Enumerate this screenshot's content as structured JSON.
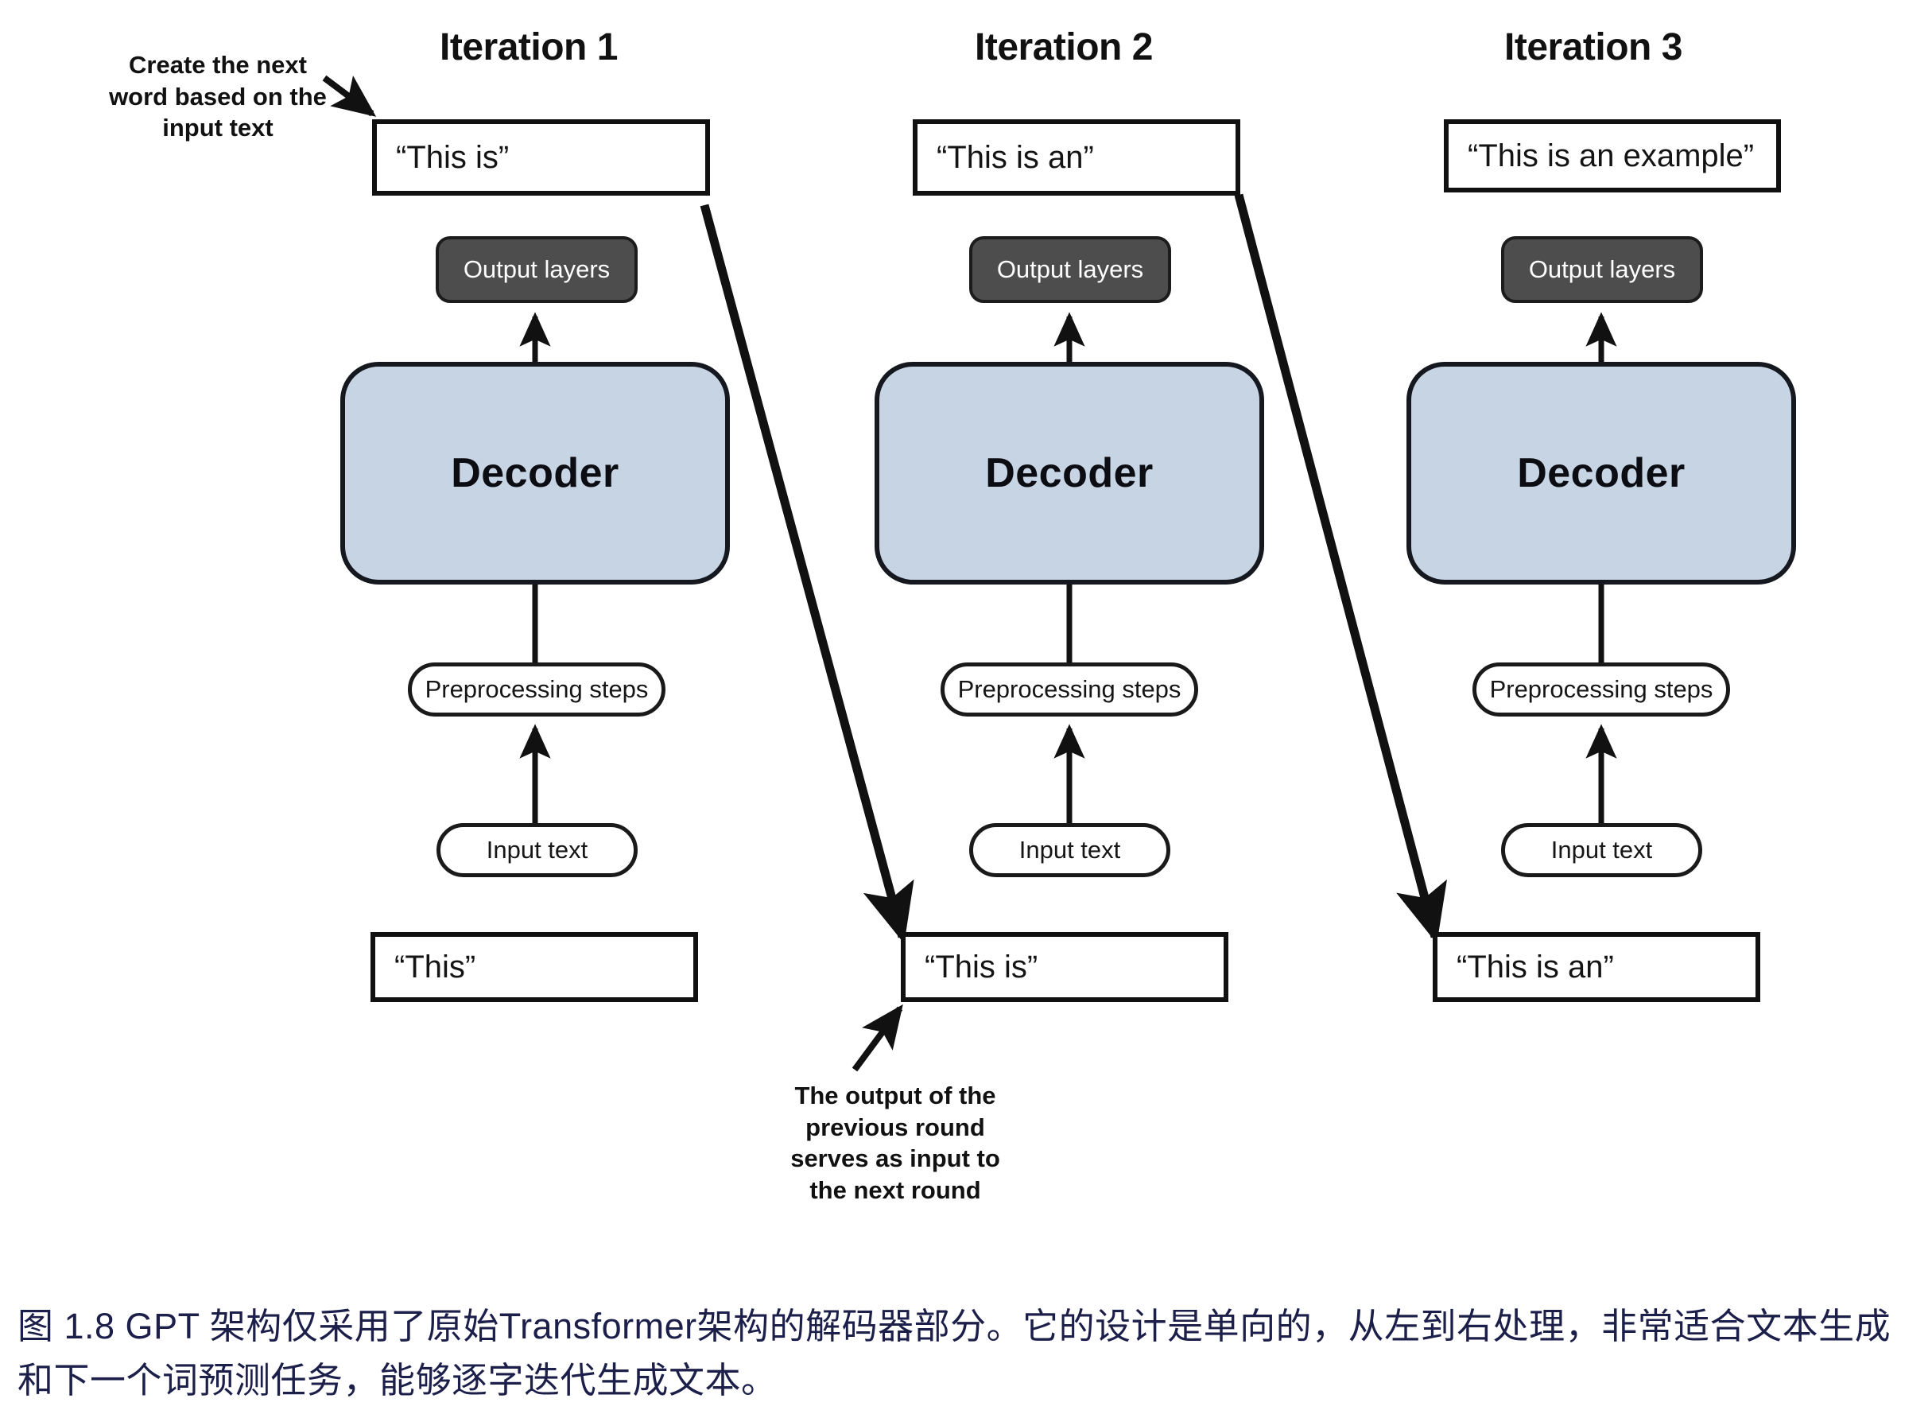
{
  "figure": {
    "columns": [
      {
        "title": "Iteration 1",
        "output_text": "“This is”",
        "output_layers_label": "Output layers",
        "decoder_label": "Decoder",
        "preprocessing_label": "Preprocessing steps",
        "input_label": "Input text",
        "input_text": "“This”"
      },
      {
        "title": "Iteration 2",
        "output_text": "“This is an”",
        "output_layers_label": "Output layers",
        "decoder_label": "Decoder",
        "preprocessing_label": "Preprocessing steps",
        "input_label": "Input text",
        "input_text": "“This is”"
      },
      {
        "title": "Iteration 3",
        "output_text": "“This is an example”",
        "output_layers_label": "Output layers",
        "decoder_label": "Decoder",
        "preprocessing_label": "Preprocessing steps",
        "input_label": "Input text",
        "input_text": "“This is an”"
      }
    ],
    "annotations": {
      "top_left": "Create the next\nword based on the\ninput text",
      "bottom_center": "The output of the\nprevious round\nserves as input to\nthe next round"
    },
    "caption": "图 1.8  GPT 架构仅采用了原始Transformer架构的解码器部分。它的设计是单向的，从左到右处理，非常适合文本生成和下一个词预测任务，能够逐字迭代生成文本。",
    "colors": {
      "decoder_fill": "#c6d4e4",
      "output_layers_fill": "#4d4d4d",
      "stroke": "#111111",
      "caption_color": "#1c1f4a"
    }
  }
}
